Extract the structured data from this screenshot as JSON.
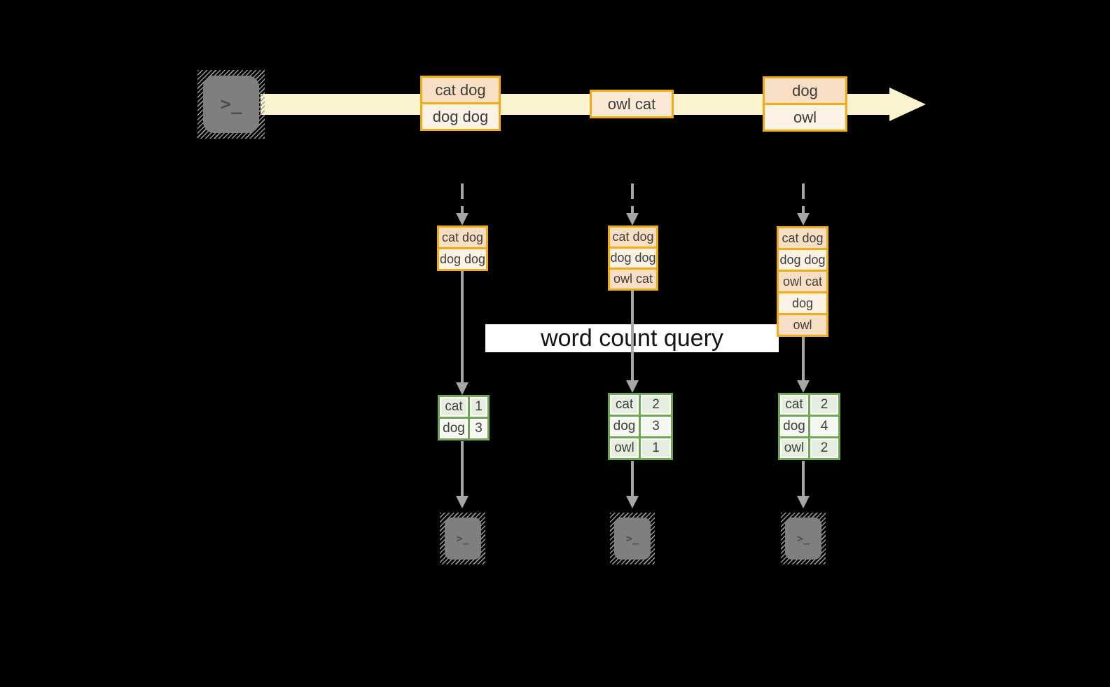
{
  "query_label": "word count query",
  "icons": {
    "terminal_glyph": ">_"
  },
  "timeline": {
    "batch1": [
      "cat dog",
      "dog dog"
    ],
    "batch2": [
      "owl cat"
    ],
    "batch3": [
      "dog",
      "owl"
    ]
  },
  "states": {
    "t1": [
      "cat dog",
      "dog dog"
    ],
    "t2": [
      "cat dog",
      "dog dog",
      "owl cat"
    ],
    "t3": [
      "cat dog",
      "dog dog",
      "owl cat",
      "dog",
      "owl"
    ]
  },
  "results": {
    "t1": [
      [
        "cat",
        "1"
      ],
      [
        "dog",
        "3"
      ]
    ],
    "t2": [
      [
        "cat",
        "2"
      ],
      [
        "dog",
        "3"
      ],
      [
        "owl",
        "1"
      ]
    ],
    "t3": [
      [
        "cat",
        "2"
      ],
      [
        "dog",
        "4"
      ],
      [
        "owl",
        "2"
      ]
    ]
  },
  "colors": {
    "background": "#000000",
    "stream_band": "#FBF3D0",
    "record_border": "#EFAC15",
    "record_fill_dark": "#F8DFC3",
    "record_fill_light": "#FDF2E3",
    "record_fill_mid": "#FAE9D4",
    "table_border": "#6EA850",
    "table_fill_green": "#E6EFDF",
    "table_fill_white": "#F4F8F0",
    "query_band": "#FFFFFF",
    "arrow_gray": "#A6A6A6",
    "terminal_gray": "#7F7F7F",
    "text_dark": "#3D3D3D"
  }
}
